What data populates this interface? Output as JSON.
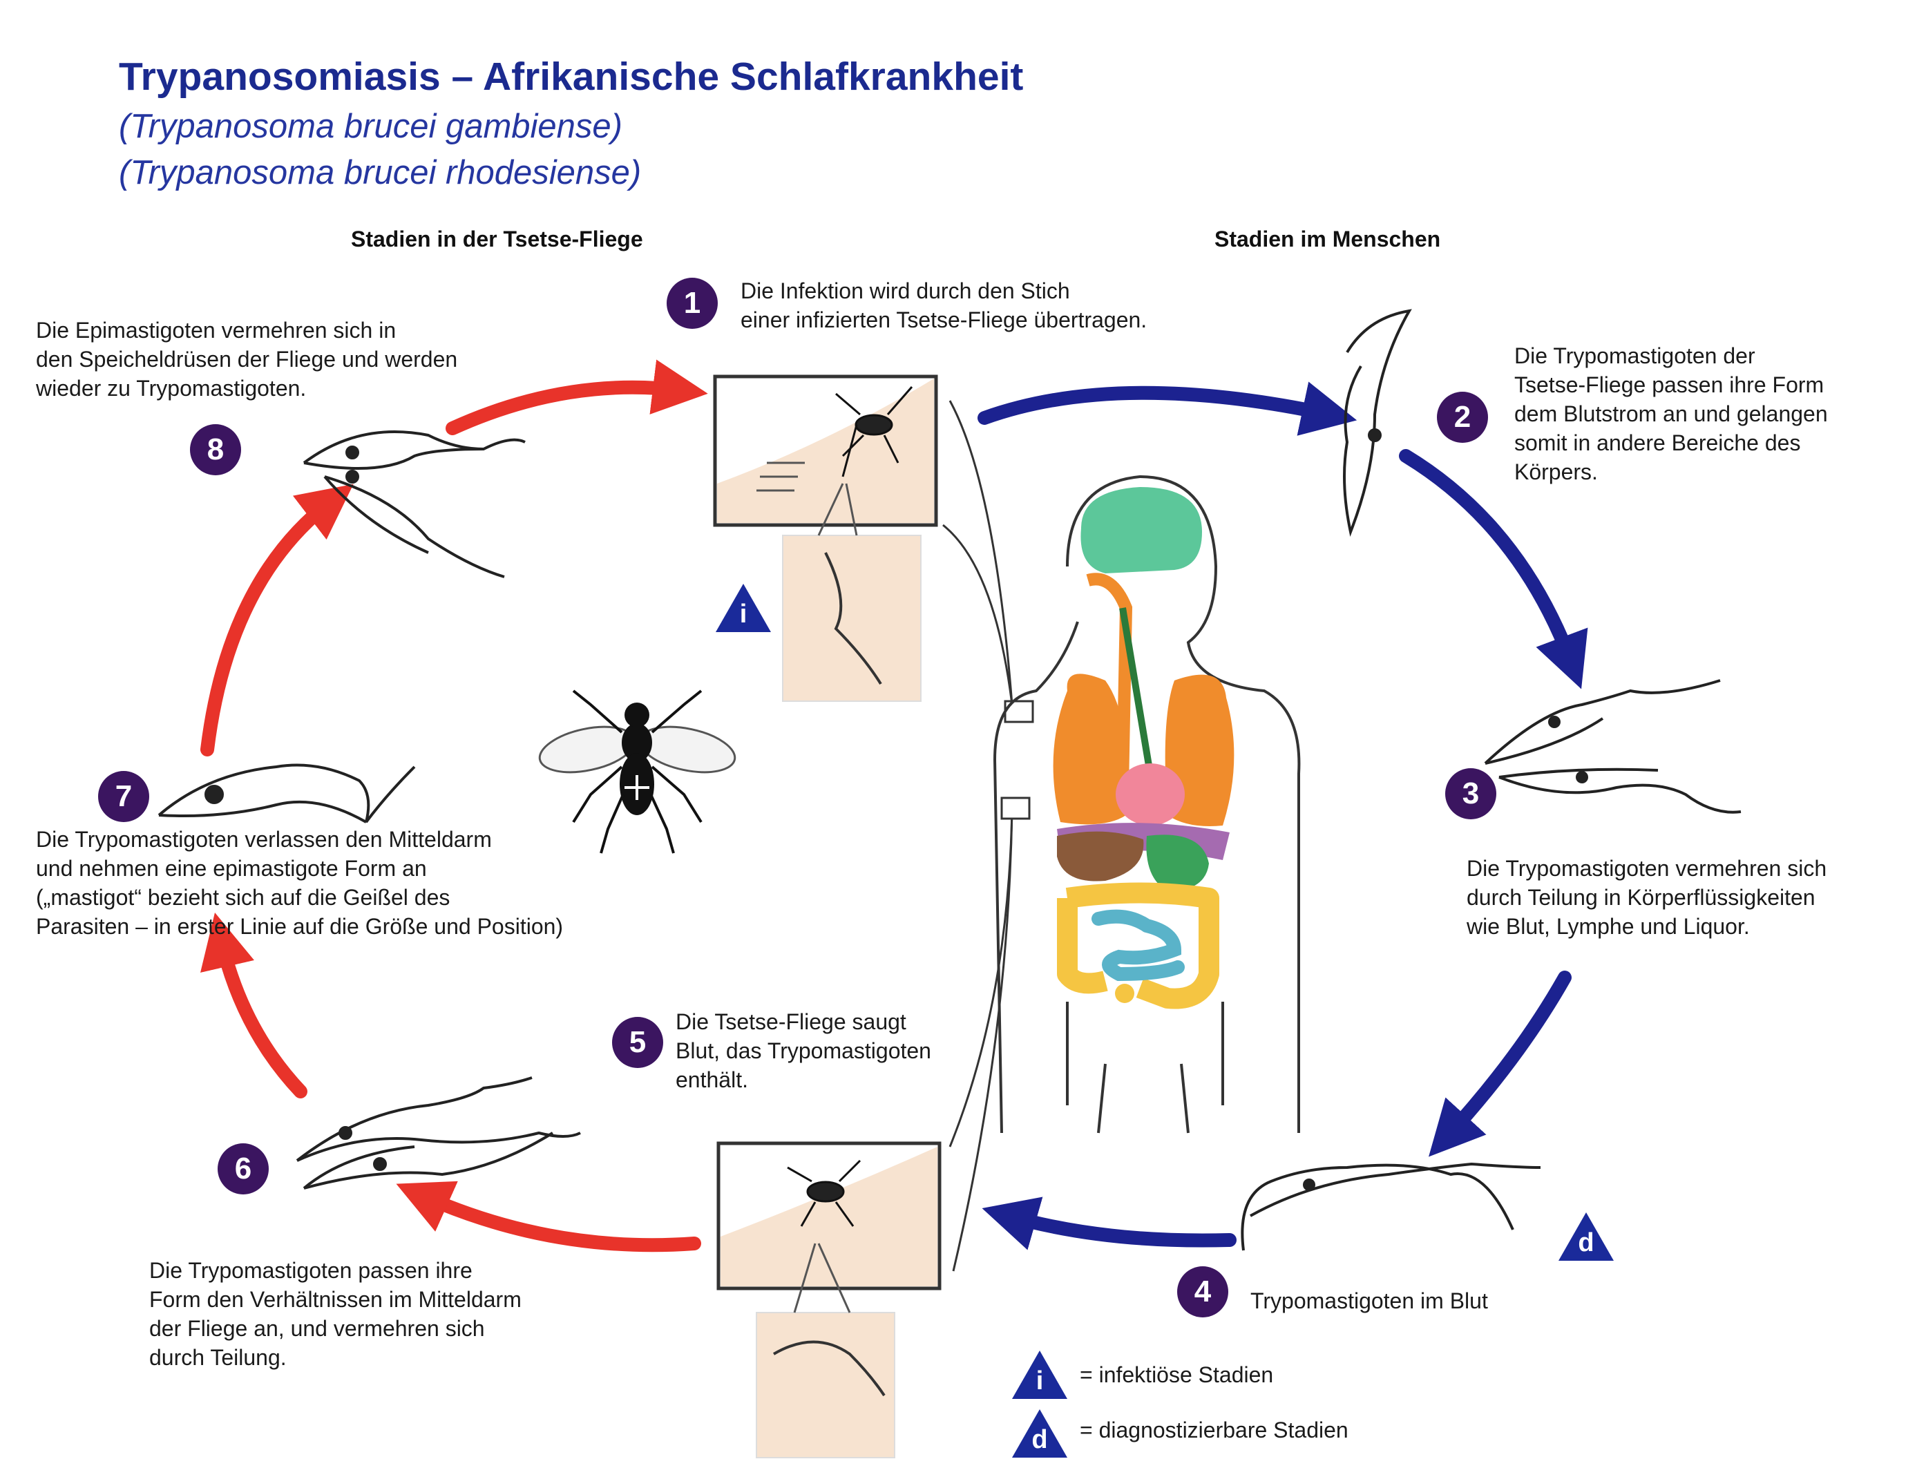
{
  "title": "Trypanosomiasis – Afrikanische Schlafkrankheit",
  "subtitles": [
    "(Trypanosoma brucei gambiense)",
    "(Trypanosoma brucei rhodesiense)"
  ],
  "column_headers": {
    "fly": "Stadien in der Tsetse-Fliege",
    "human": "Stadien im Menschen"
  },
  "steps": [
    {
      "number": "1",
      "text": "Die Infektion wird durch den Stich\neiner infizierten Tsetse-Fliege übertragen."
    },
    {
      "number": "2",
      "text": "Die Trypomastigoten der\nTsetse-Fliege passen ihre Form\ndem Blutstrom an und gelangen\nsomit in andere Bereiche des\nKörpers."
    },
    {
      "number": "3",
      "text": "Die Trypomastigoten vermehren sich\ndurch Teilung in Körperflüssigkeiten\nwie Blut, Lymphe und Liquor."
    },
    {
      "number": "4",
      "text": "Trypomastigoten im Blut"
    },
    {
      "number": "5",
      "text": "Die Tsetse-Fliege saugt\nBlut, das Trypomastigoten\nenthält."
    },
    {
      "number": "6",
      "text": "Die Trypomastigoten passen ihre\nForm den Verhältnissen im Mitteldarm\nder Fliege an, und vermehren sich\ndurch Teilung."
    },
    {
      "number": "7",
      "text": "Die Trypomastigoten verlassen den Mitteldarm\nund nehmen eine epimastigote Form an\n(„mastigot“ bezieht sich auf die Geißel des\nParasiten – in erster Linie auf die Größe und Position)"
    },
    {
      "number": "8",
      "text": "Die Epimastigoten vermehren sich in\nden Speicheldrüsen der Fliege und werden\nwieder zu Trypomastigoten."
    }
  ],
  "markers": {
    "infective": "i",
    "diagnostic": "d"
  },
  "legend": [
    {
      "symbol": "i",
      "text": "= infektiöse Stadien"
    },
    {
      "symbol": "d",
      "text": "= diagnostizierbare Stadien"
    }
  ],
  "colors": {
    "title": "#1b2a8f",
    "badge": "#3b1560",
    "triangle": "#1a2a9a",
    "fly_arrows": "#e8332a",
    "human_arrows": "#1c2290",
    "skin_inset": "#f7e3d0",
    "brain": "#5cc79a",
    "lungs": "#f08c2c",
    "heart": "#f1869a",
    "intestine": "#f5c542",
    "small_intestine": "#5ab3c9",
    "stomach": "#3aa25a",
    "liver": "#8a5a3a"
  }
}
